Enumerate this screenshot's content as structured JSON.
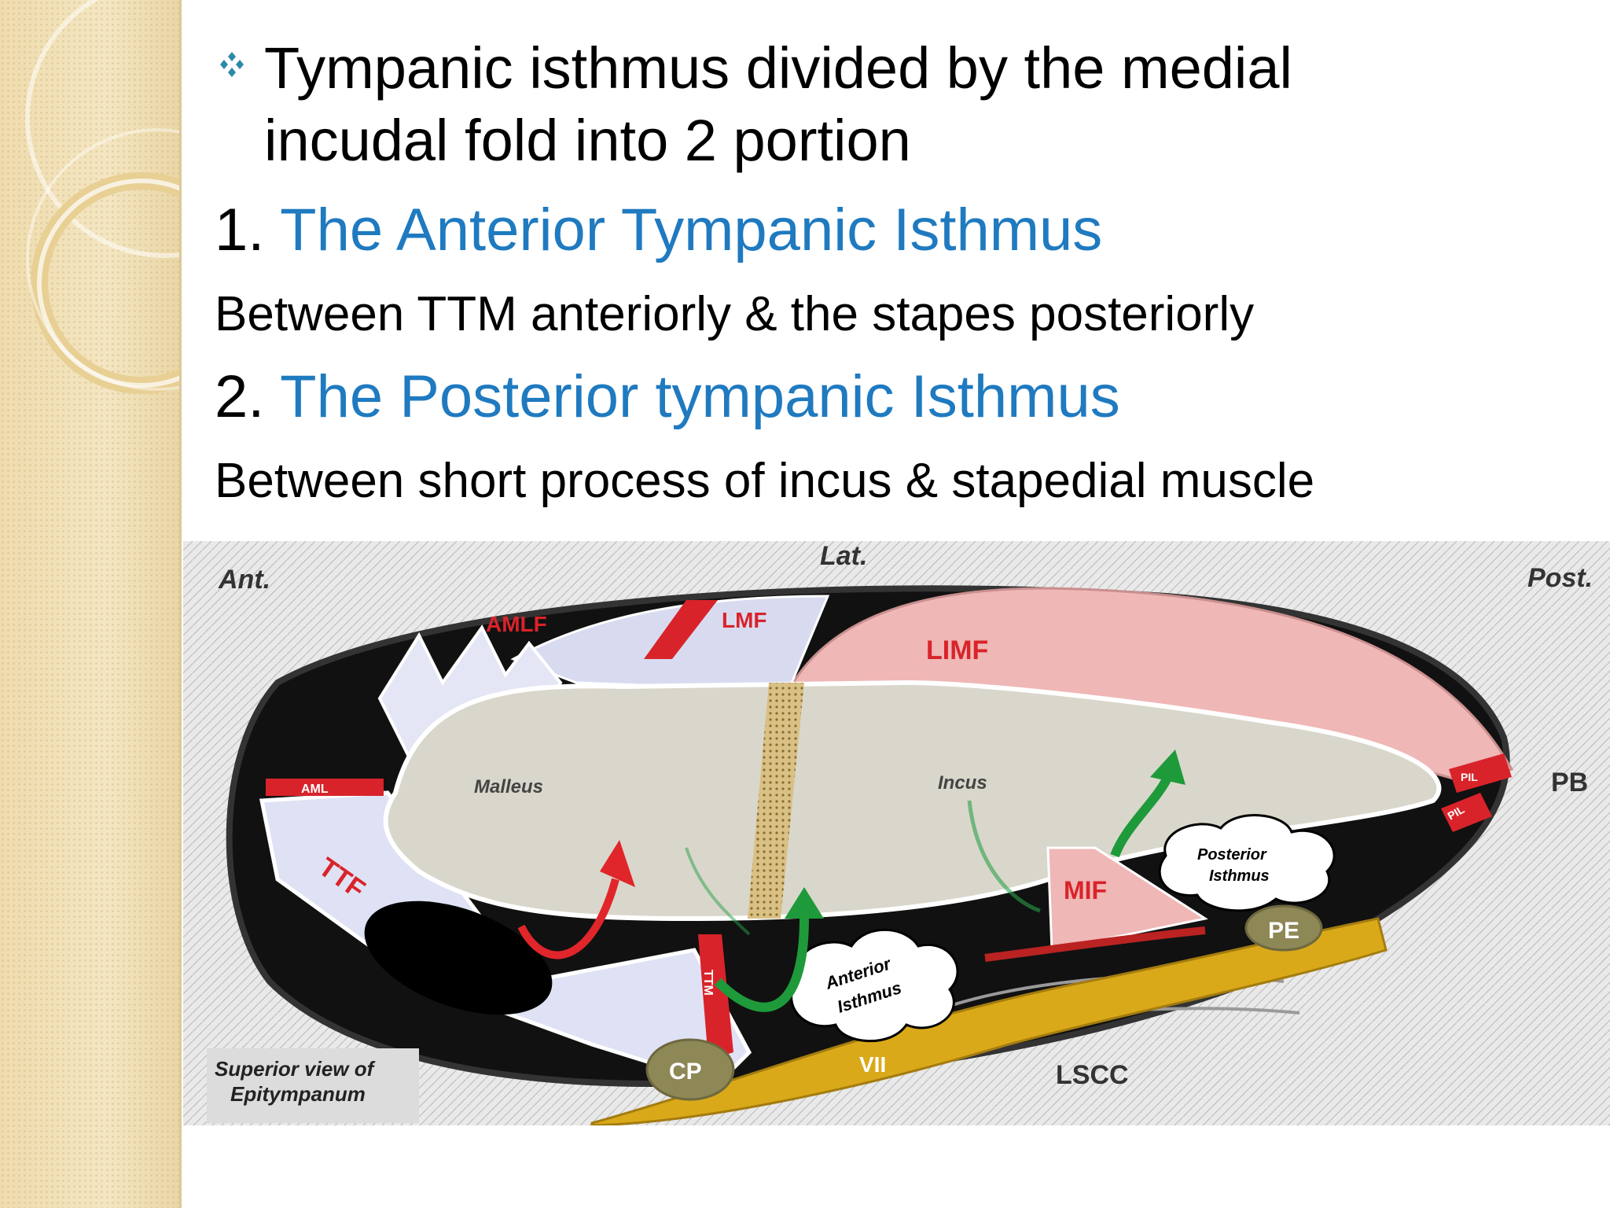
{
  "slide": {
    "bullet_line1": "Tympanic isthmus divided by the medial",
    "bullet_line2": "incudal fold into 2 portion",
    "item1": {
      "number": "1.",
      "title": "The Anterior Tympanic Isthmus",
      "desc": "Between TTM anteriorly & the stapes posteriorly"
    },
    "item2": {
      "number": "2.",
      "title": "The Posterior tympanic Isthmus",
      "desc": "Between short process of incus & stapedial muscle"
    }
  },
  "colors": {
    "accent_blue": "#1f7ac0",
    "bullet_teal": "#2b8aa8",
    "sidebar": "#f1e0b6"
  },
  "icons": {
    "bullet": "diamond-bullet-icon"
  },
  "diagram": {
    "caption_line1": "Superior view of",
    "caption_line2": "Epitympanum",
    "orientation": {
      "ant": "Ant.",
      "lat": "Lat.",
      "post": "Post."
    },
    "labels": {
      "amlf": "AMLF",
      "lmf": "LMF",
      "limf": "LIMF",
      "aml": "AML",
      "ttf": "TTF",
      "malleus": "Malleus",
      "incus": "Incus",
      "mif": "MIF",
      "pe": "PE",
      "cp": "CP",
      "vii": "VII",
      "lscc": "LSCC",
      "ttm": "TTM",
      "pb": "PB",
      "pil": "PIL",
      "anterior_isthmus_1": "Anterior",
      "anterior_isthmus_2": "Isthmus",
      "posterior_isthmus_1": "Posterior",
      "posterior_isthmus_2": "Isthmus"
    }
  }
}
